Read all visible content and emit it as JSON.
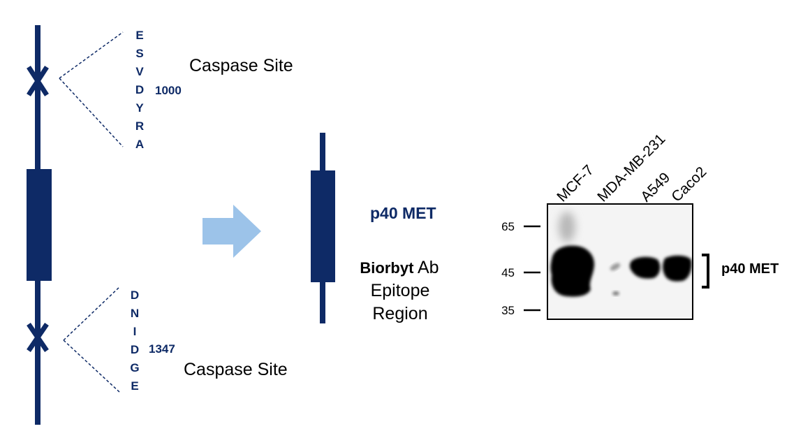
{
  "colors": {
    "navy": "#0e2a66",
    "arrow": "#9cc3e9",
    "black": "#000000"
  },
  "caspase_site_1": {
    "residues": [
      "E",
      "S",
      "V",
      "D",
      "Y",
      "R",
      "A"
    ],
    "position_label": "1000",
    "label": "Caspase Site"
  },
  "caspase_site_2": {
    "residues": [
      "D",
      "N",
      "I",
      "D",
      "G",
      "E"
    ],
    "position_label": "1347",
    "label": "Caspase Site"
  },
  "fragment": {
    "title": "p40 MET",
    "epitope": {
      "brand": "Biorbyt",
      "line1_suffix": " Ab",
      "line2": "Epitope",
      "line3": "Region"
    }
  },
  "western_blot": {
    "lanes": [
      "MCF-7",
      "MDA-MB-231",
      "A549",
      "Caco2"
    ],
    "mw_markers": [
      "65",
      "45",
      "35"
    ],
    "band_label": "p40 MET"
  }
}
